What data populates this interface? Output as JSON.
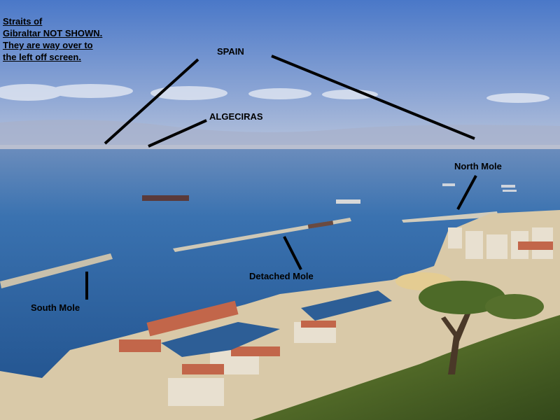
{
  "note": {
    "line1": "Straits of",
    "line2": "Gibraltar NOT SHOWN.",
    "line3": "They are way over to",
    "line4": "the left off screen."
  },
  "labels": {
    "spain": "SPAIN",
    "algeciras": "ALGECIRAS",
    "north_mole": "North Mole",
    "detached_mole": "Detached Mole",
    "south_mole": "South Mole"
  },
  "colors": {
    "sky_top": "#4a78c8",
    "sky_horizon": "#b8c4dc",
    "sea": "#2f6aa8",
    "sea_deep": "#1f4f8a",
    "town": "#d9c9a8",
    "vegetation": "#4f6a22",
    "annotation_line": "#000000"
  }
}
